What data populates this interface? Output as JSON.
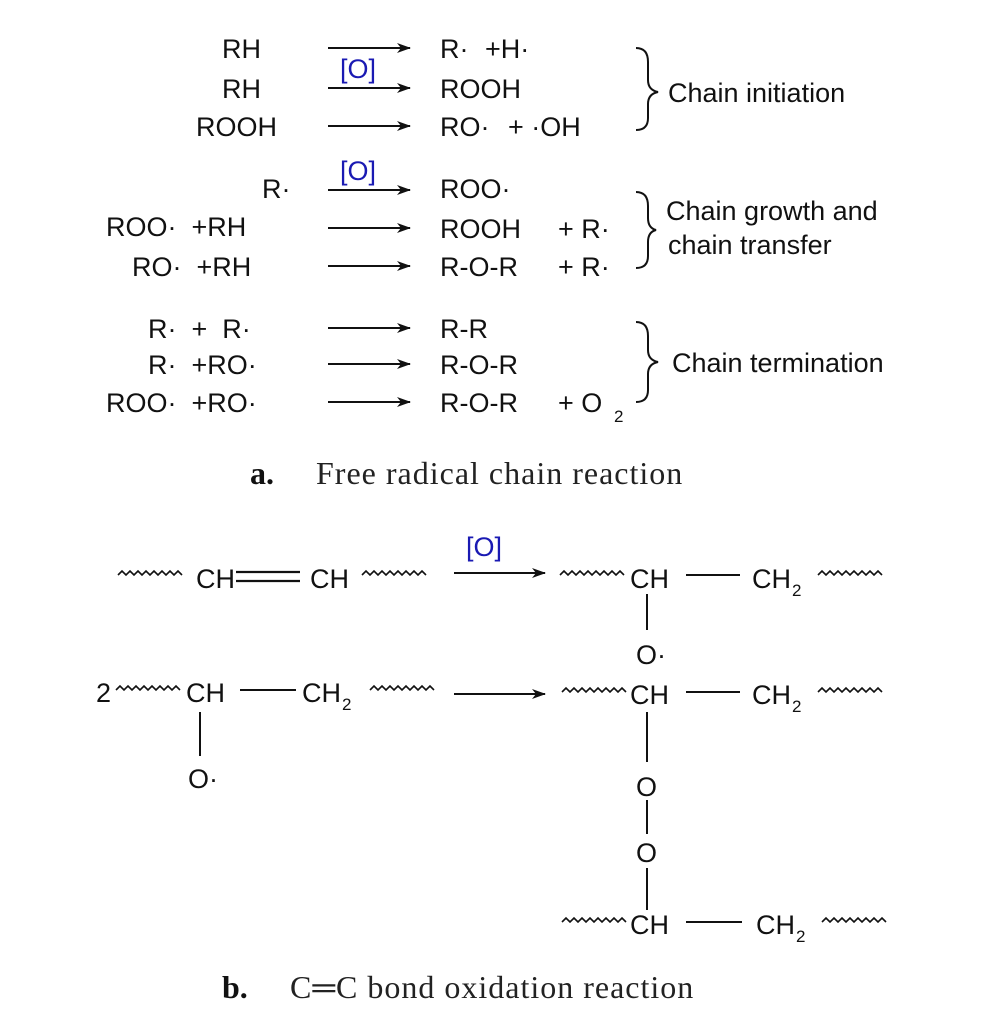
{
  "panel_a": {
    "initiation": [
      {
        "left": "RH",
        "arrow_label": "",
        "product": "R·",
        "second": "+H·"
      },
      {
        "left": "RH",
        "arrow_label": "[O]",
        "product": "ROOH",
        "second": ""
      },
      {
        "left": "ROOH",
        "arrow_label": "",
        "product": "RO·",
        "second": "+ ·OH"
      }
    ],
    "initiation_label": "Chain initiation",
    "growth": [
      {
        "left": "R·",
        "arrow_label": "[O]",
        "product": "ROO·",
        "second": ""
      },
      {
        "left": "ROO·  +RH",
        "arrow_label": "",
        "product": "ROOH",
        "second": "+ R·"
      },
      {
        "left": "RO·  +RH",
        "arrow_label": "",
        "product": "R-O-R",
        "second": "+ R·"
      }
    ],
    "growth_label_line1": "Chain growth and",
    "growth_label_line2": "chain transfer",
    "termination": [
      {
        "left": "R·  +  R·",
        "arrow_label": "",
        "product": "R-R",
        "second": ""
      },
      {
        "left": "R·  +RO·",
        "arrow_label": "",
        "product": "R-O-R",
        "second": ""
      },
      {
        "left": "ROO·  +RO·",
        "arrow_label": "",
        "product": "R-O-R",
        "second": "+ O"
      }
    ],
    "o2_subscript": "2",
    "termination_label": "Chain termination",
    "caption_letter": "a.",
    "caption_text": "Free radical chain reaction"
  },
  "panel_b": {
    "reactant_ch_left": "CH",
    "reactant_ch_right": "CH",
    "oxidant": "[O]",
    "ch": "CH",
    "ch2_main": "CH",
    "ch2_sub": "2",
    "oxy_radical": "O·",
    "oxygen": "O",
    "coefficient": "2",
    "caption_letter": "b.",
    "caption_text": "C═C bond oxidation reaction"
  },
  "colors": {
    "catalyst": "#1a1ab3",
    "text": "#111111"
  }
}
